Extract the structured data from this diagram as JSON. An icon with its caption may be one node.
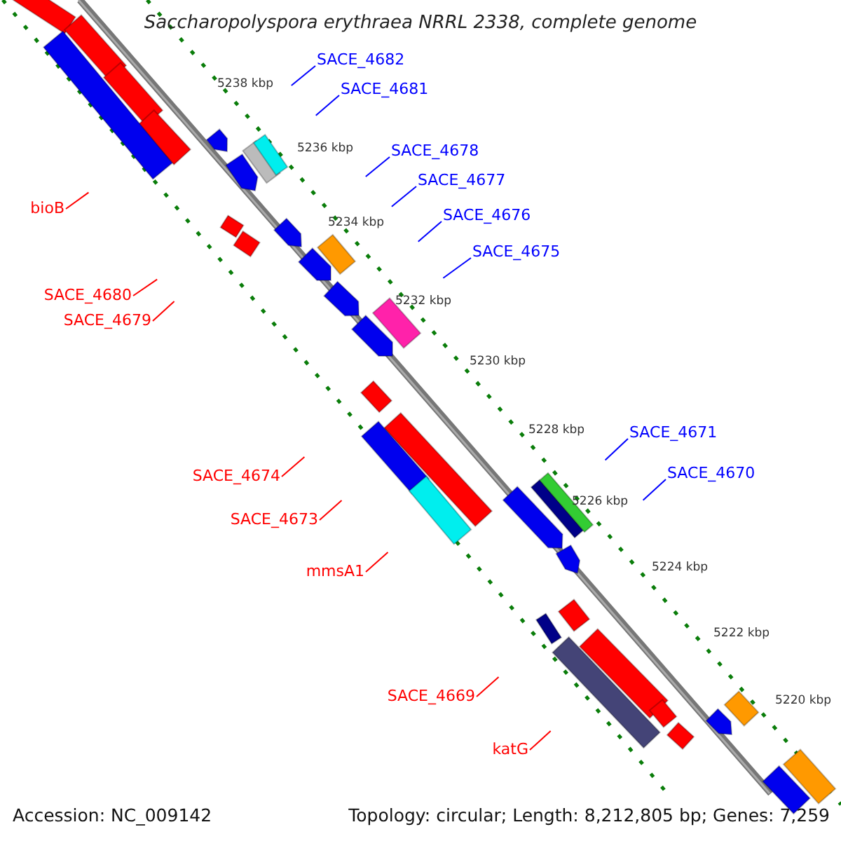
{
  "diagram": {
    "title": "Saccharopolyspora erythraea NRRL 2338, complete genome",
    "nodes": [
      {
        "text": [
          "SACE_4682"
        ]
      },
      {
        "text": [
          "SACE_4681"
        ]
      },
      {
        "text": [
          "SACE_4678"
        ]
      },
      {
        "text": [
          "SACE_4677"
        ]
      },
      {
        "text": [
          "SACE_4676"
        ]
      },
      {
        "text": [
          "SACE_4675"
        ]
      },
      {
        "text": [
          "SACE_4671"
        ]
      },
      {
        "text": [
          "SACE_4670"
        ]
      },
      {
        "text": [
          "bioB"
        ]
      },
      {
        "text": [
          "SACE_4680"
        ]
      },
      {
        "text": [
          "SACE_4679"
        ]
      },
      {
        "text": [
          "SACE_4674"
        ]
      },
      {
        "text": [
          "SACE_4673"
        ]
      },
      {
        "text": [
          "mmsA1"
        ]
      },
      {
        "text": [
          "SACE_4669"
        ]
      },
      {
        "text": [
          "katG"
        ]
      }
    ],
    "edges": [
      {
        "from": 0,
        "to": null,
        "arrow": "none",
        "color": "#0000ff"
      },
      {
        "from": 1,
        "to": null,
        "arrow": "none",
        "color": "#0000ff"
      },
      {
        "from": 2,
        "to": null,
        "arrow": "none",
        "color": "#0000ff"
      },
      {
        "from": 3,
        "to": null,
        "arrow": "none",
        "color": "#0000ff"
      },
      {
        "from": 4,
        "to": null,
        "arrow": "none",
        "color": "#0000ff"
      },
      {
        "from": 5,
        "to": null,
        "arrow": "none",
        "color": "#0000ff"
      },
      {
        "from": 6,
        "to": null,
        "arrow": "none",
        "color": "#0000ff"
      },
      {
        "from": 7,
        "to": null,
        "arrow": "none",
        "color": "#0000ff"
      },
      {
        "from": 8,
        "to": null,
        "arrow": "none",
        "color": "#ff0000"
      },
      {
        "from": 9,
        "to": null,
        "arrow": "none",
        "color": "#ff0000"
      },
      {
        "from": 10,
        "to": null,
        "arrow": "none",
        "color": "#ff0000"
      },
      {
        "from": 11,
        "to": null,
        "arrow": "none",
        "color": "#ff0000"
      },
      {
        "from": 12,
        "to": null,
        "arrow": "none",
        "color": "#ff0000"
      },
      {
        "from": 13,
        "to": null,
        "arrow": "none",
        "color": "#ff0000"
      },
      {
        "from": 14,
        "to": null,
        "arrow": "none",
        "color": "#ff0000"
      },
      {
        "from": 15,
        "to": null,
        "arrow": "none",
        "color": "#ff0000"
      }
    ],
    "labels": [
      "5238 kbp",
      "5236 kbp",
      "5234 kbp",
      "5232 kbp",
      "5230 kbp",
      "5228 kbp",
      "5226 kbp",
      "5224 kbp",
      "5222 kbp",
      "5220 kbp",
      "Accession: NC_009142",
      "Topology: circular; Length: 8,212,805 bp; Genes: 7,259"
    ]
  }
}
